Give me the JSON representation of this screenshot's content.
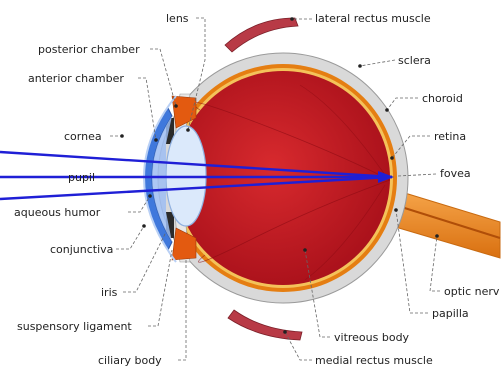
{
  "labels": {
    "lens": "lens",
    "lateral_rectus_muscle": "lateral rectus muscle",
    "posterior_chamber": "posterior chamber",
    "anterior_chamber": "anterior chamber",
    "sclera": "sclera",
    "choroid": "choroid",
    "cornea": "cornea",
    "retina": "retina",
    "pupil": "pupil",
    "fovea": "fovea",
    "aqueous_humor": "aqueous humor",
    "conjunctiva": "conjunctiva",
    "iris": "iris",
    "optic_nerve": "optic nerv",
    "papilla": "papilla",
    "suspensory_ligament": "suspensory ligament",
    "vitreous_body": "vitreous body",
    "ciliary_body": "ciliary body",
    "medial_rectus_muscle": "medial rectus muscle"
  },
  "colors": {
    "sclera": "#d9d9d9",
    "vitreous": "#c8101e",
    "choroid": "#e57e12",
    "lens": "#dbe9fb",
    "cornea": "#5a8fe3",
    "rays": "#1f1fd6",
    "muscle": "#b83a46",
    "optic_nerve": "#f08a1a"
  }
}
